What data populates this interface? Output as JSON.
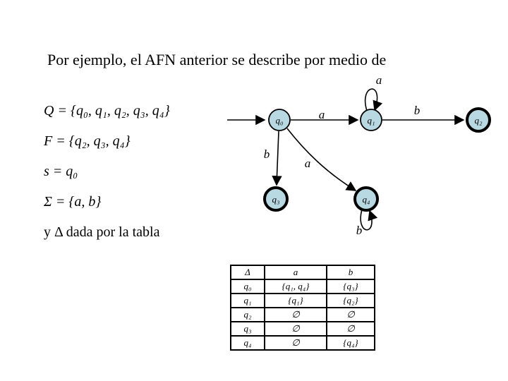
{
  "slide": {
    "title": "Por ejemplo, el AFN anterior se describe por medio de"
  },
  "definitions": {
    "q": "Q = {q₀, q₁, q₂, q₃, q₄}",
    "f": "F = {q₂, q₃, q₄}",
    "s": "s = q₀",
    "sigma": "Σ = {a, b}",
    "delta_note": "y Δ dada por la tabla"
  },
  "automaton": {
    "state_fill": "#b8d9e2",
    "states": {
      "q0": "q₀",
      "q1": "q₁",
      "q2": "q₂",
      "q3": "q₃",
      "q4": "q₄"
    },
    "edge_labels": {
      "q0_q1": "a",
      "q1_q2": "b",
      "q1_loop": "a",
      "q0_q3": "b",
      "q0_q4": "a",
      "q4_loop": "b"
    }
  },
  "table": {
    "headers": [
      "Δ",
      "a",
      "b"
    ],
    "rows": [
      [
        "q₀",
        "{q₁, q₄}",
        "{q₃}"
      ],
      [
        "q₁",
        "{q₁}",
        "{q₂}"
      ],
      [
        "q₂",
        "∅",
        "∅"
      ],
      [
        "q₃",
        "∅",
        "∅"
      ],
      [
        "q₄",
        "∅",
        "{q₄}"
      ]
    ]
  }
}
